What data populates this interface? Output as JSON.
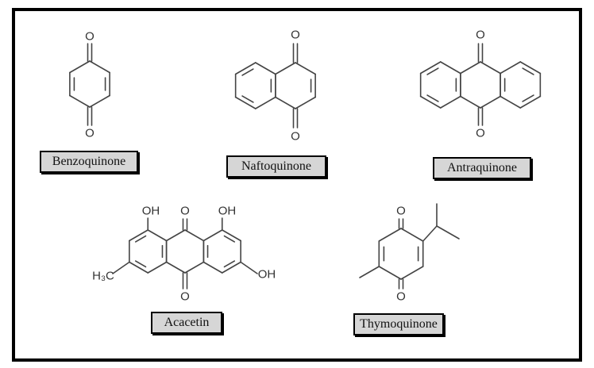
{
  "compounds": [
    {
      "name": "Benzoquinone",
      "atoms": [
        "O",
        "O"
      ]
    },
    {
      "name": "Naftoquinone",
      "atoms": [
        "O",
        "O"
      ]
    },
    {
      "name": "Antraquinone",
      "atoms": [
        "O",
        "O"
      ]
    },
    {
      "name": "Acacetin",
      "atoms": [
        "OH",
        "O",
        "OH",
        "H₃C",
        "OH",
        "O"
      ]
    },
    {
      "name": "Thymoquinone",
      "atoms": [
        "O",
        "O"
      ]
    }
  ],
  "colors": {
    "bond": "#444444",
    "label_bg": "#d6d6d6",
    "frame": "#000000"
  }
}
